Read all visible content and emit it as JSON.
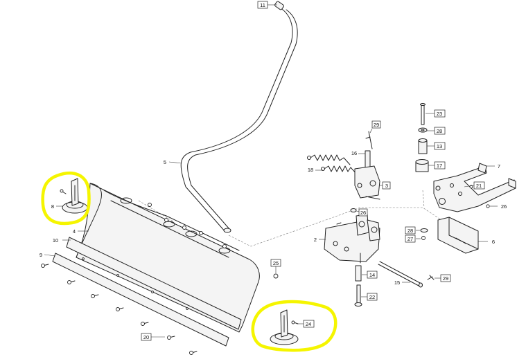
{
  "highlight_color": "#f5f500",
  "line_color": "#222222",
  "callouts": [
    {
      "label": "11"
    },
    {
      "label": "5"
    },
    {
      "label": "29"
    },
    {
      "label": "16"
    },
    {
      "label": "18"
    },
    {
      "label": "3"
    },
    {
      "label": "26"
    },
    {
      "label": "2"
    },
    {
      "label": "14"
    },
    {
      "label": "22"
    },
    {
      "label": "15"
    },
    {
      "label": "29"
    },
    {
      "label": "23"
    },
    {
      "label": "28"
    },
    {
      "label": "13"
    },
    {
      "label": "17"
    },
    {
      "label": "7"
    },
    {
      "label": "21"
    },
    {
      "label": "26"
    },
    {
      "label": "28"
    },
    {
      "label": "27"
    },
    {
      "label": "6"
    },
    {
      "label": "8"
    },
    {
      "label": "4"
    },
    {
      "label": "10"
    },
    {
      "label": "9"
    },
    {
      "label": "25"
    },
    {
      "label": "24"
    },
    {
      "label": "20"
    }
  ]
}
